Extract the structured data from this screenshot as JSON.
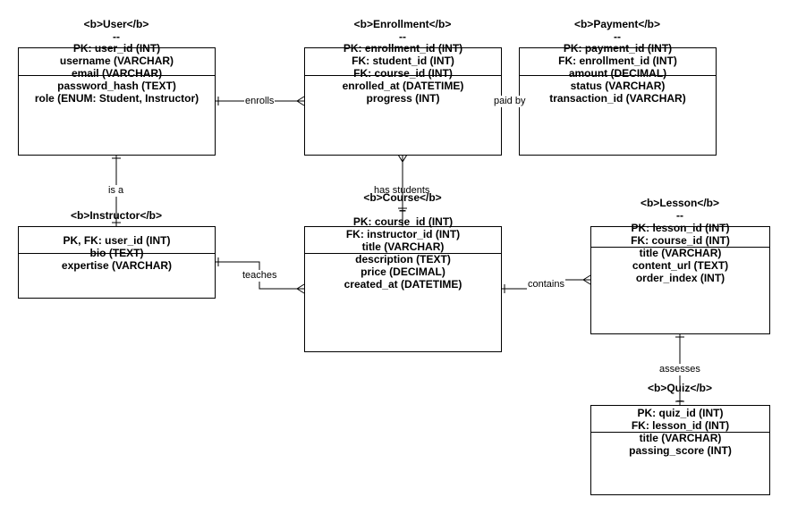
{
  "entities": {
    "user": {
      "title": "<b>User</b>",
      "dash": "--",
      "attrs": [
        "PK: user_id (INT)",
        "username (VARCHAR)",
        "email (VARCHAR)",
        "password_hash (TEXT)",
        "role (ENUM: Student, Instructor)"
      ]
    },
    "enrollment": {
      "title": "<b>Enrollment</b>",
      "dash": "--",
      "attrs": [
        "PK: enrollment_id (INT)",
        "FK: student_id (INT)",
        "FK: course_id (INT)",
        "enrolled_at (DATETIME)",
        "progress (INT)"
      ]
    },
    "payment": {
      "title": "<b>Payment</b>",
      "dash": "--",
      "attrs": [
        "PK: payment_id (INT)",
        "FK: enrollment_id (INT)",
        "amount (DECIMAL)",
        "status (VARCHAR)",
        "transaction_id (VARCHAR)"
      ]
    },
    "instructor": {
      "title": "<b>Instructor</b>",
      "dash": "--",
      "attrs": [
        "PK, FK: user_id (INT)",
        "bio (TEXT)",
        "expertise (VARCHAR)"
      ]
    },
    "course": {
      "title": "<b>Course</b>",
      "dash": "--",
      "attrs": [
        "PK: course_id (INT)",
        "FK: instructor_id (INT)",
        "title (VARCHAR)",
        "description (TEXT)",
        "price (DECIMAL)",
        "created_at (DATETIME)"
      ]
    },
    "lesson": {
      "title": "<b>Lesson</b>",
      "dash": "--",
      "attrs": [
        "PK: lesson_id (INT)",
        "FK: course_id (INT)",
        "title (VARCHAR)",
        "content_url (TEXT)",
        "order_index (INT)"
      ]
    },
    "quiz": {
      "title": "<b>Quiz</b>",
      "dash": "--",
      "attrs": [
        "PK: quiz_id (INT)",
        "FK: lesson_id (INT)",
        "title (VARCHAR)",
        "passing_score (INT)"
      ]
    }
  },
  "relationships": {
    "enrolls": "enrolls",
    "paid_by": "paid by",
    "is_a": "is a",
    "has_students": "has students",
    "teaches": "teaches",
    "contains": "contains",
    "assesses": "assesses"
  }
}
